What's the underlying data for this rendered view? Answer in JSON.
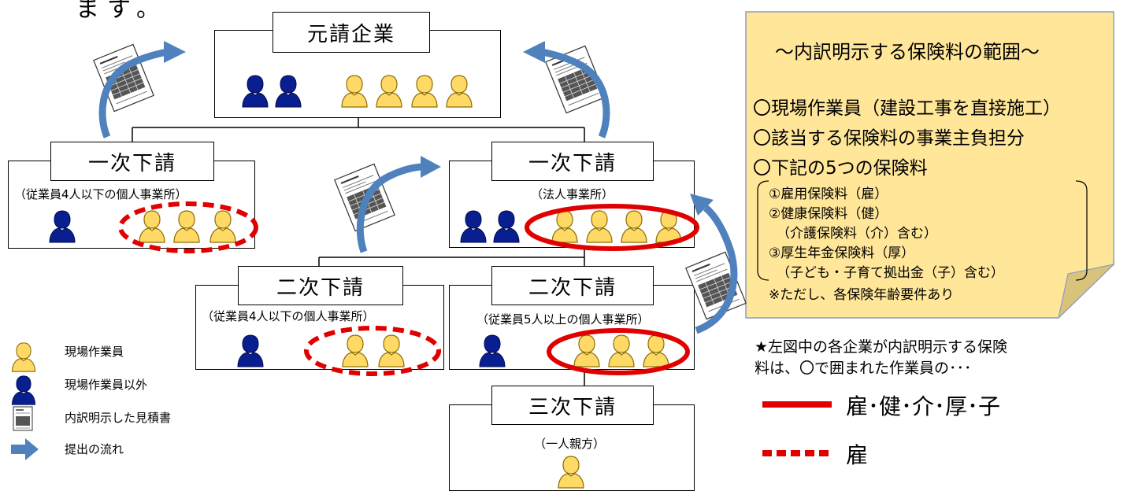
{
  "header_text": "ます。",
  "companies": {
    "prime": {
      "title": "元請企業"
    },
    "first_left": {
      "title": "一次下請",
      "subtitle": "（従業員4人以下の個人事業所）"
    },
    "first_right": {
      "title": "一次下請",
      "subtitle": "（法人事業所）"
    },
    "second_left": {
      "title": "二次下請",
      "subtitle": "（従業員4人以下の個人事業所）"
    },
    "second_right": {
      "title": "二次下請",
      "subtitle": "（従業員5人以上の個人事業所）"
    },
    "third": {
      "title": "三次下請",
      "subtitle": "（一人親方）"
    }
  },
  "note": {
    "title": "～内訳明示する保険料の範囲～",
    "bullets": [
      "〇現場作業員（建設工事を直接施工）",
      "〇該当する保険料の事業主負担分",
      "〇下記の5つの保険料"
    ],
    "items": [
      "①雇用保険料（雇）",
      "②健康保険料（健）",
      "（介護保険料（介）含む）",
      "③厚生年金保険料（厚）",
      "（子ども・子育て拠出金（子）含む）"
    ],
    "footnote": "※ただし、各保険年齢要件あり"
  },
  "explanation": {
    "line1": "★左図中の各企業が内訳明示する保険",
    "line2": "料は、〇で囲まれた作業員の･･･",
    "solid_label": "雇･健･介･厚･子",
    "dashed_label": "雇"
  },
  "legend": {
    "worker": "現場作業員",
    "non_worker": "現場作業員以外",
    "estimate": "内訳明示した見積書",
    "flow": "提出の流れ"
  },
  "colors": {
    "worker": "#FFD966",
    "worker_stroke": "#8c6d00",
    "non_worker": "#0A1F8F",
    "highlight": "#E00000",
    "arrow": "#4F81BD",
    "note_bg": "#FFE699"
  }
}
